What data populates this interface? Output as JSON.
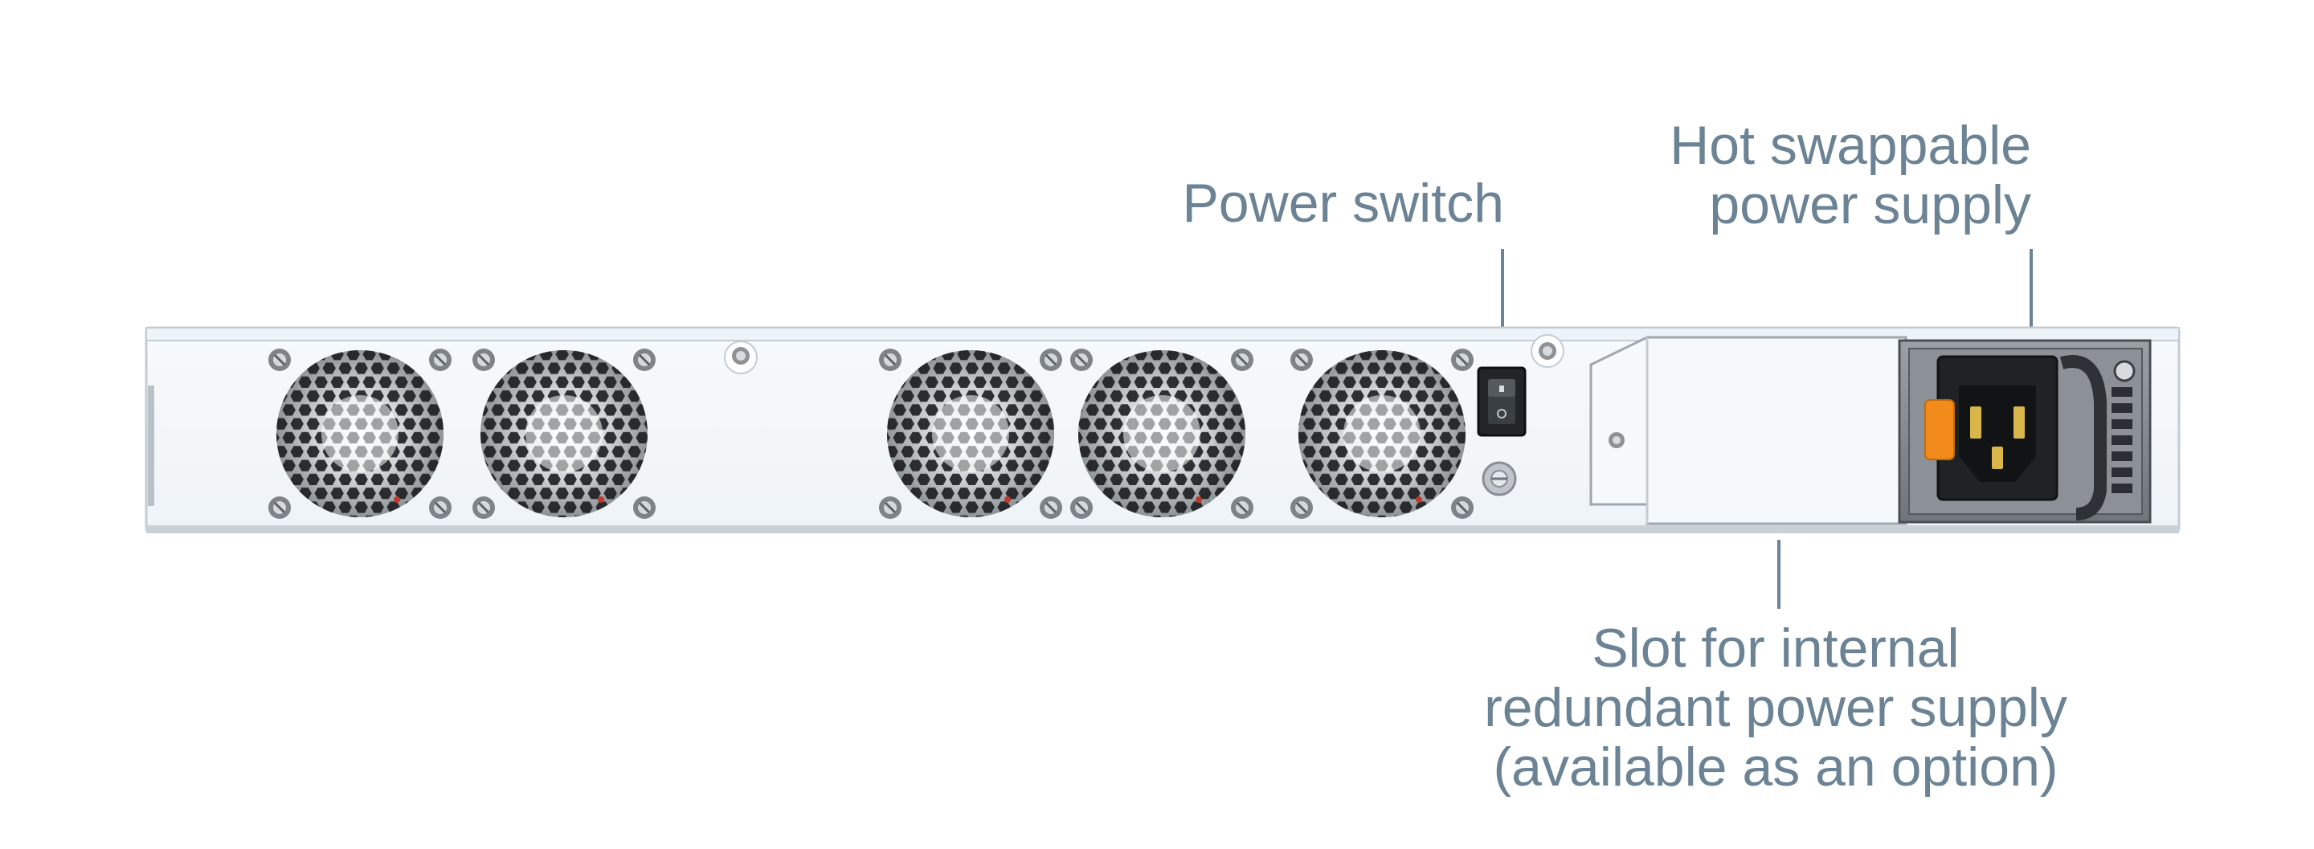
{
  "callouts": {
    "power_switch": {
      "line1": "Power switch"
    },
    "hot_swap_psu": {
      "line1": "Hot swappable",
      "line2": "power supply"
    },
    "rps_slot": {
      "line1": "Slot for internal",
      "line2": "redundant power supply",
      "line3": "(available as an option)"
    }
  },
  "colors": {
    "label": "#6b8394",
    "chassis": "#f4f8fb",
    "chassis_edge": "#c4ccd3",
    "psu_handle": "#f28a1c"
  },
  "icons": [
    "fan-grille-icon",
    "rocker-switch-icon",
    "iec-power-inlet-icon",
    "ground-screw-icon",
    "screw-icon"
  ]
}
